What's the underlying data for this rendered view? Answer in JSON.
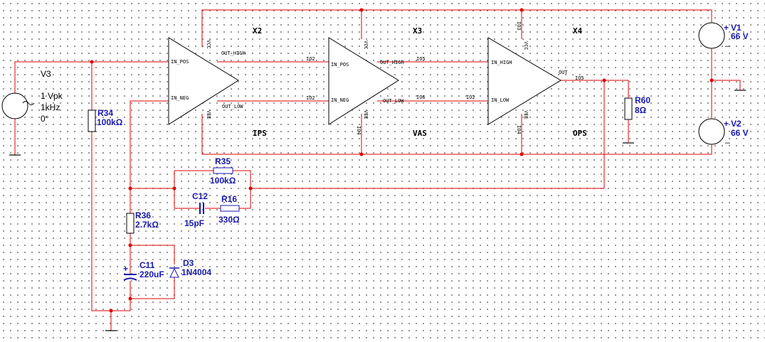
{
  "blocks": [
    {
      "ref": "X2",
      "name": "IPS",
      "pins": {
        "in_pos": "IN_POS",
        "in_neg": "IN_NEG",
        "out_high": "OUT_HIGH",
        "out_low": "OUT_LOW",
        "vcc": "VCC",
        "vee": "VEE"
      }
    },
    {
      "ref": "X3",
      "name": "VAS",
      "pins": {
        "io2a": "IO2",
        "io2b": "IO2",
        "in_pos": "IN_POS",
        "in_neg": "IN_NEG",
        "out_high": "OUT_HIGH",
        "out_low": "OUT_LOW",
        "io5": "IO5",
        "io6": "IO6",
        "vcc": "VCC",
        "vee": "VEE",
        "io4": "IO4"
      }
    },
    {
      "ref": "X4",
      "name": "OPS",
      "pins": {
        "io2b": "IO2",
        "in_high": "IN_HIGH",
        "in_low": "IN_LOW",
        "out": "OUT",
        "io5": "IO5",
        "vcc": "VCC",
        "vee": "VEE",
        "io3": "IO3",
        "io4": "IO4"
      }
    }
  ],
  "sources": {
    "v1": {
      "ref": "V1",
      "value": "66 V",
      "plus": "+",
      "minus": "_"
    },
    "v2": {
      "ref": "V2",
      "value": "66 V",
      "plus": "+",
      "minus": "_"
    },
    "v3": {
      "ref": "V3",
      "amplitude": "1 Vpk",
      "frequency": "1kHz",
      "phase": "0°"
    }
  },
  "components": {
    "r34": {
      "ref": "R34",
      "value": "100kΩ"
    },
    "r35": {
      "ref": "R35",
      "value": "100kΩ"
    },
    "r16": {
      "ref": "R16",
      "value": "330Ω"
    },
    "r36": {
      "ref": "R36",
      "value": "2.7kΩ"
    },
    "r60": {
      "ref": "R60",
      "value": "8Ω"
    },
    "c12": {
      "ref": "C12",
      "value": "15pF"
    },
    "c11": {
      "ref": "C11",
      "value": "220uF",
      "plus": "+"
    },
    "d3": {
      "ref": "D3",
      "value": "1N4004"
    }
  },
  "colors": {
    "wire": "#e00000",
    "label": "#1a1ab0",
    "symbol": "#000000",
    "grid": "#7a7a7a"
  }
}
